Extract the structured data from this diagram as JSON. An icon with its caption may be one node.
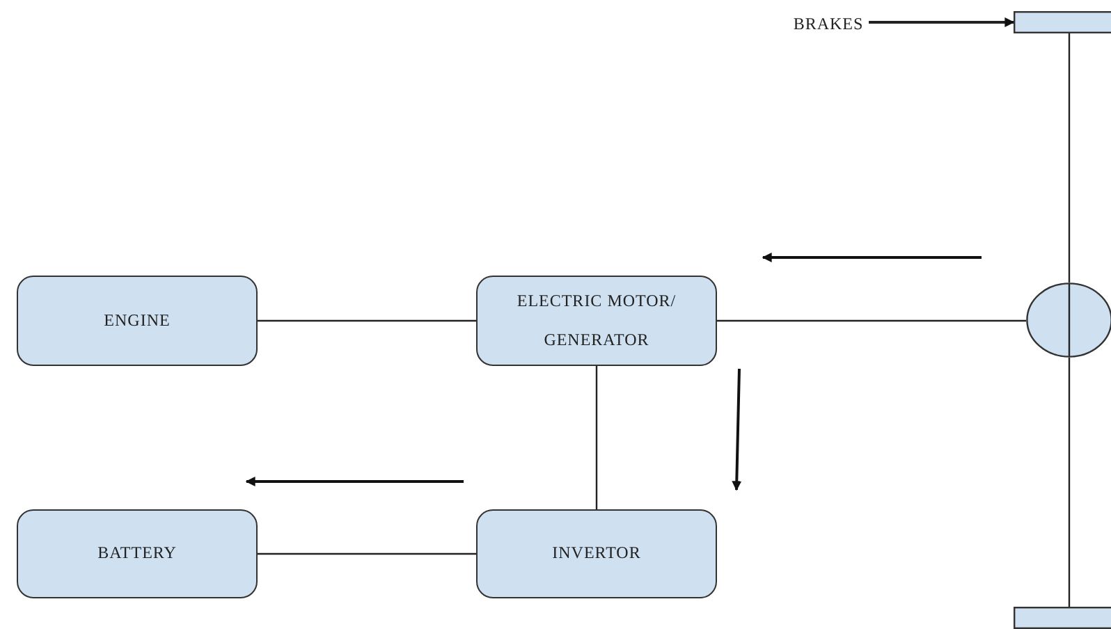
{
  "diagram": {
    "nodes": [
      {
        "text": [
          "ENGINE"
        ]
      },
      {
        "text": [
          "ELECTRIC MOTOR/ GENERATOR"
        ]
      },
      {
        "text": [
          "BRAKES"
        ]
      },
      {
        "text": [],
        "shape": "bar"
      },
      {
        "text": [],
        "shape": "circle"
      },
      {
        "text": [
          "BATTERY"
        ]
      },
      {
        "text": [
          "INVERTOR"
        ]
      },
      {
        "text": [],
        "shape": "bar"
      }
    ],
    "edges": [
      {
        "from": 0,
        "to": 1,
        "arrow": "none"
      },
      {
        "from": 1,
        "to": 4,
        "arrow": "none"
      },
      {
        "from": 2,
        "to": 3,
        "arrow": "to"
      },
      {
        "from": 3,
        "to": 4,
        "arrow": "none"
      },
      {
        "from": 4,
        "to": 7,
        "arrow": "none"
      },
      {
        "from": 1,
        "to": 6,
        "arrow": "none"
      },
      {
        "from": 5,
        "to": 6,
        "arrow": "none"
      }
    ]
  }
}
